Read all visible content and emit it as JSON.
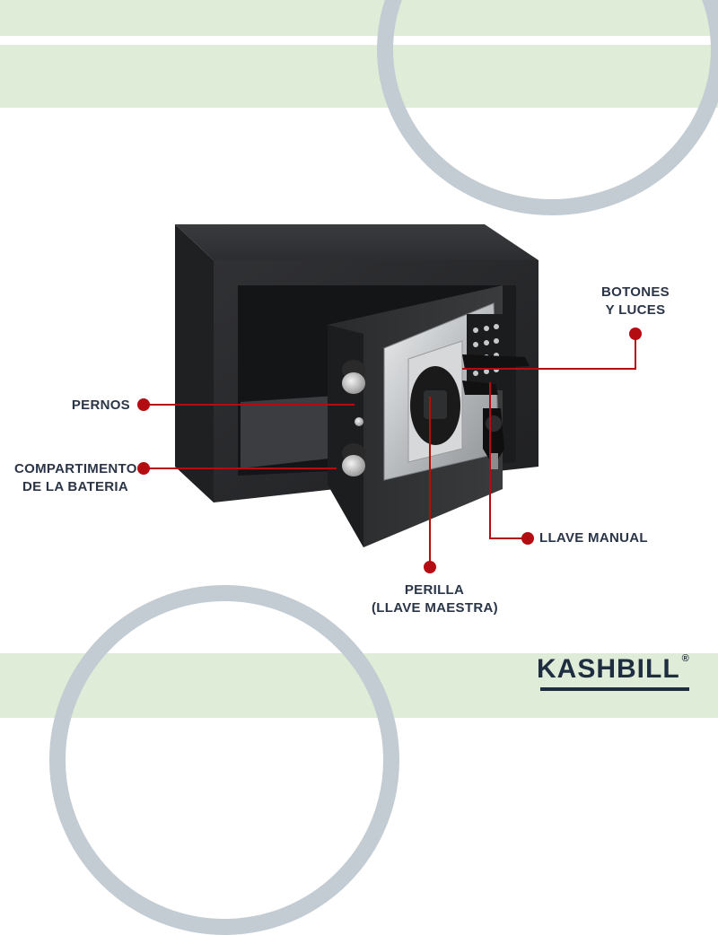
{
  "labels": {
    "botones_line1": "BOTONES",
    "botones_line2": "Y LUCES",
    "pernos": "PERNOS",
    "compartimento_line1": "COMPARTIMENTO",
    "compartimento_line2": "DE LA BATERIA",
    "llave_manual": "LLAVE MANUAL",
    "perilla_line1": "PERILLA",
    "perilla_line2": "(LLAVE MAESTRA)"
  },
  "logo": {
    "text": "KASHBILL",
    "registered": "®"
  },
  "colors": {
    "band": "#dfecd7",
    "arc": "#c3ccd2",
    "callout": "#b30d12",
    "label_text": "#2a3548",
    "safe_body": "#2b2c2e",
    "keypad_panel": "#c9cbcd"
  },
  "icons": {
    "callout_marker": "red-dot",
    "logo_coin": "dollar-coin-icon"
  }
}
